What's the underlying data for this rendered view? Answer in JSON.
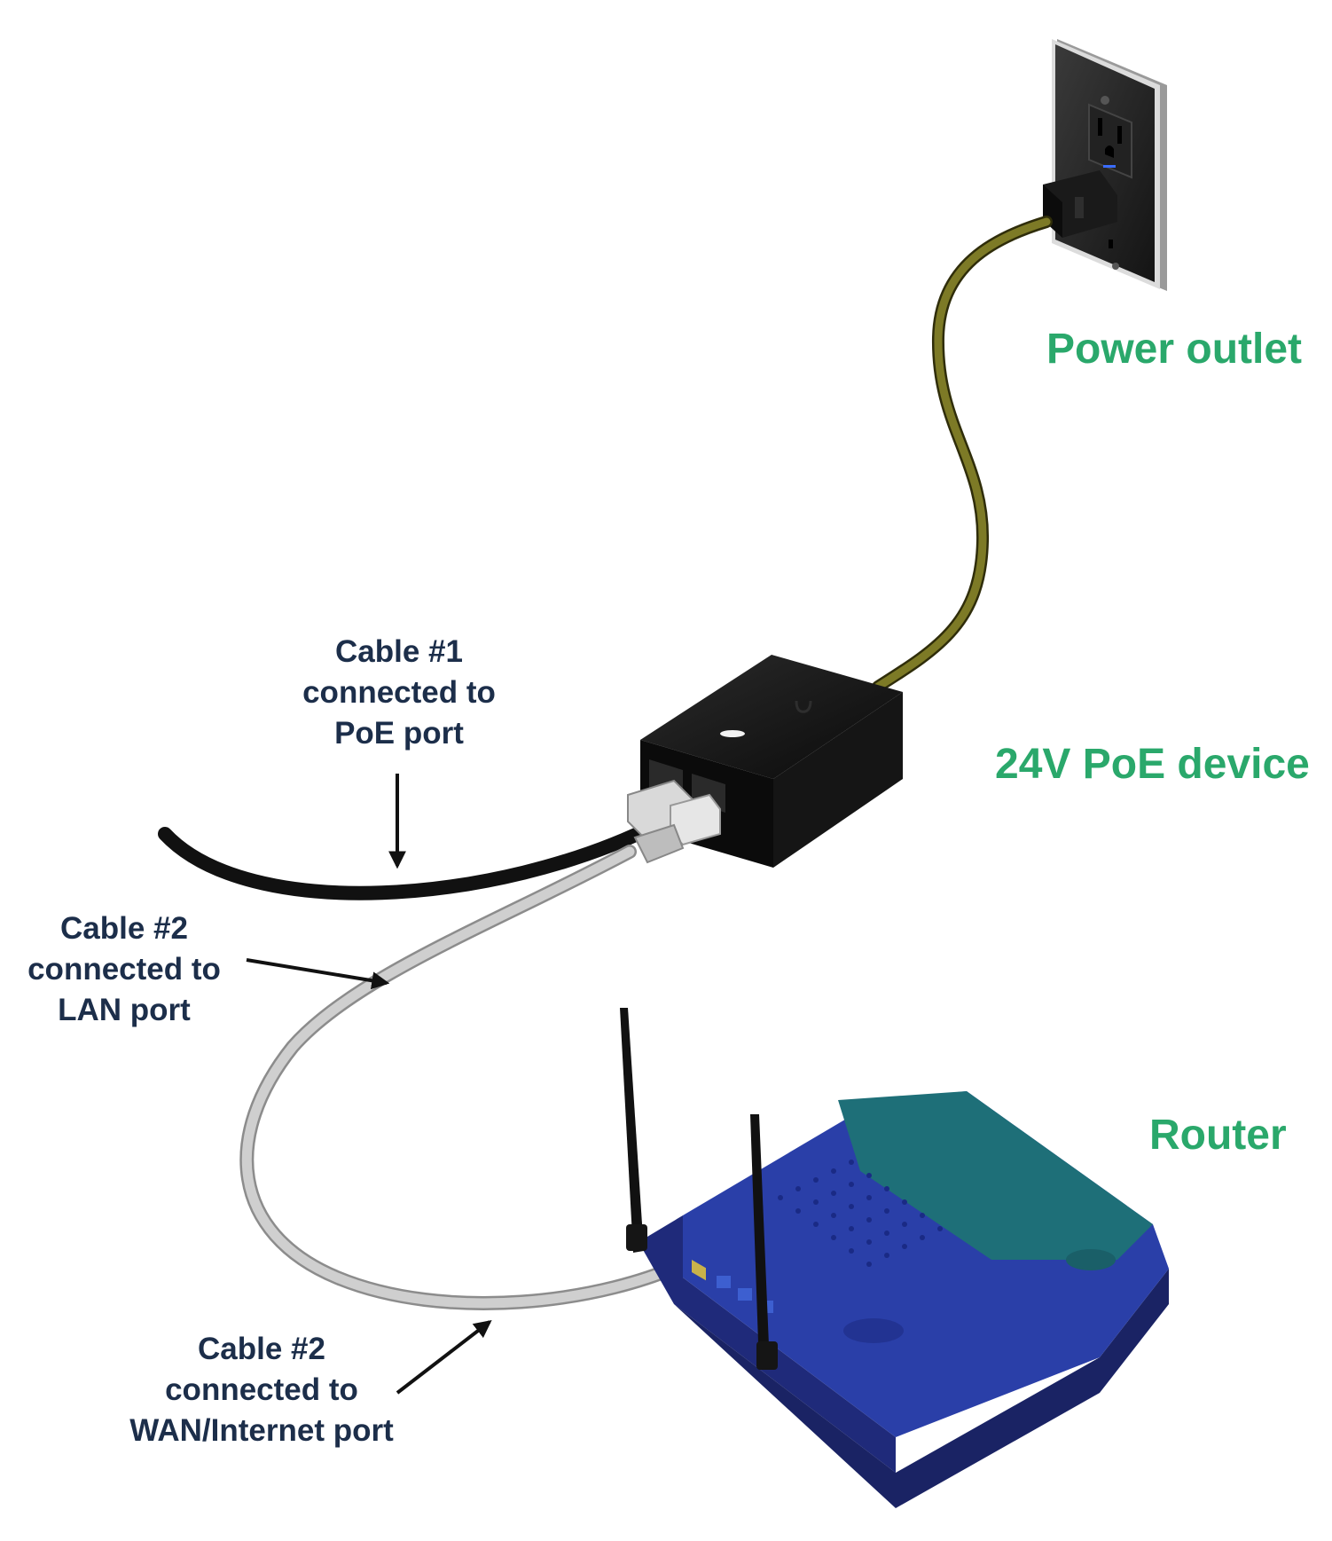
{
  "colors": {
    "heading_green": "#2aa86b",
    "note_navy": "#1c2e4a",
    "router_blue": "#2a3fa8",
    "router_teal": "#1e6f78",
    "power_cord": "#7d7a26",
    "cable_black": "#111111",
    "cable_gray": "#c9c9c9"
  },
  "labels": {
    "power_outlet": "Power outlet",
    "poe_device": "24V PoE device",
    "router": "Router"
  },
  "notes": {
    "cable1": {
      "line1": "Cable #1",
      "line2": "connected to",
      "line3": "PoE port"
    },
    "cable2_lan": {
      "line1": "Cable #2",
      "line2": "connected to",
      "line3": "LAN port"
    },
    "cable2_wan": {
      "line1": "Cable #2",
      "line2": "connected to",
      "line3": "WAN/Internet port"
    }
  },
  "icons": {
    "outlet": "wall-power-outlet",
    "injector": "poe-injector",
    "router": "wireless-router",
    "arrow": "arrow-pointer"
  }
}
